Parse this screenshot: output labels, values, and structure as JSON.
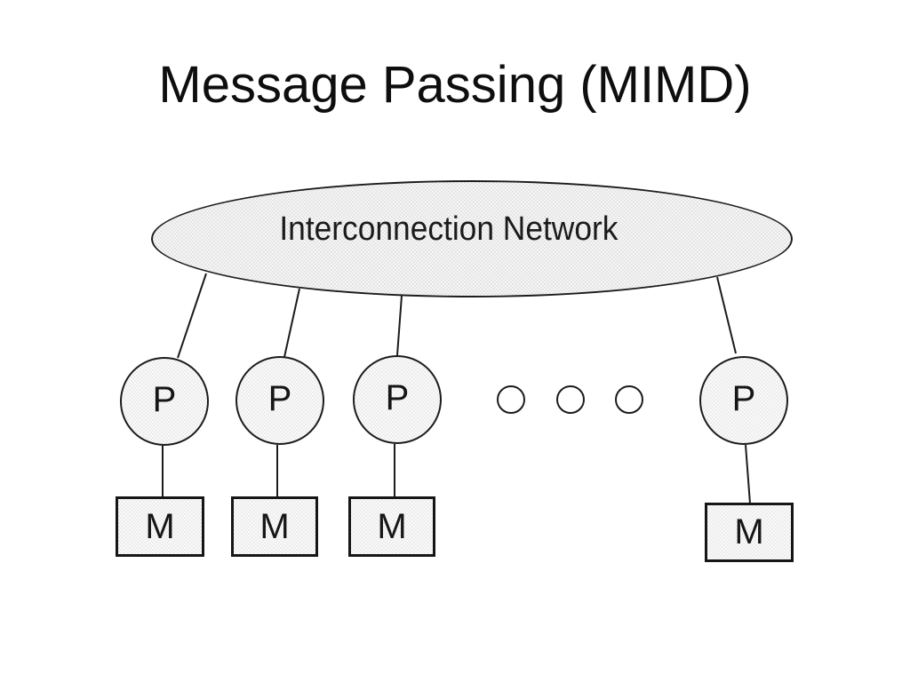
{
  "slide": {
    "title": "Message Passing (MIMD)",
    "background_color": "#ffffff"
  },
  "diagram": {
    "network": {
      "label": "Interconnection Network"
    },
    "processors": [
      {
        "label": "P"
      },
      {
        "label": "P"
      },
      {
        "label": "P"
      },
      {
        "label": "P"
      }
    ],
    "memories": [
      {
        "label": "M"
      },
      {
        "label": "M"
      },
      {
        "label": "M"
      },
      {
        "label": "M"
      }
    ],
    "ellipsis_dots": {
      "count": 3
    },
    "colors": {
      "shape_fill": "#ececec",
      "node_fill": "#f1f1f1",
      "memory_fill": "#f5f4f6",
      "stroke": "#1c1c1c",
      "text": "#111111"
    }
  }
}
